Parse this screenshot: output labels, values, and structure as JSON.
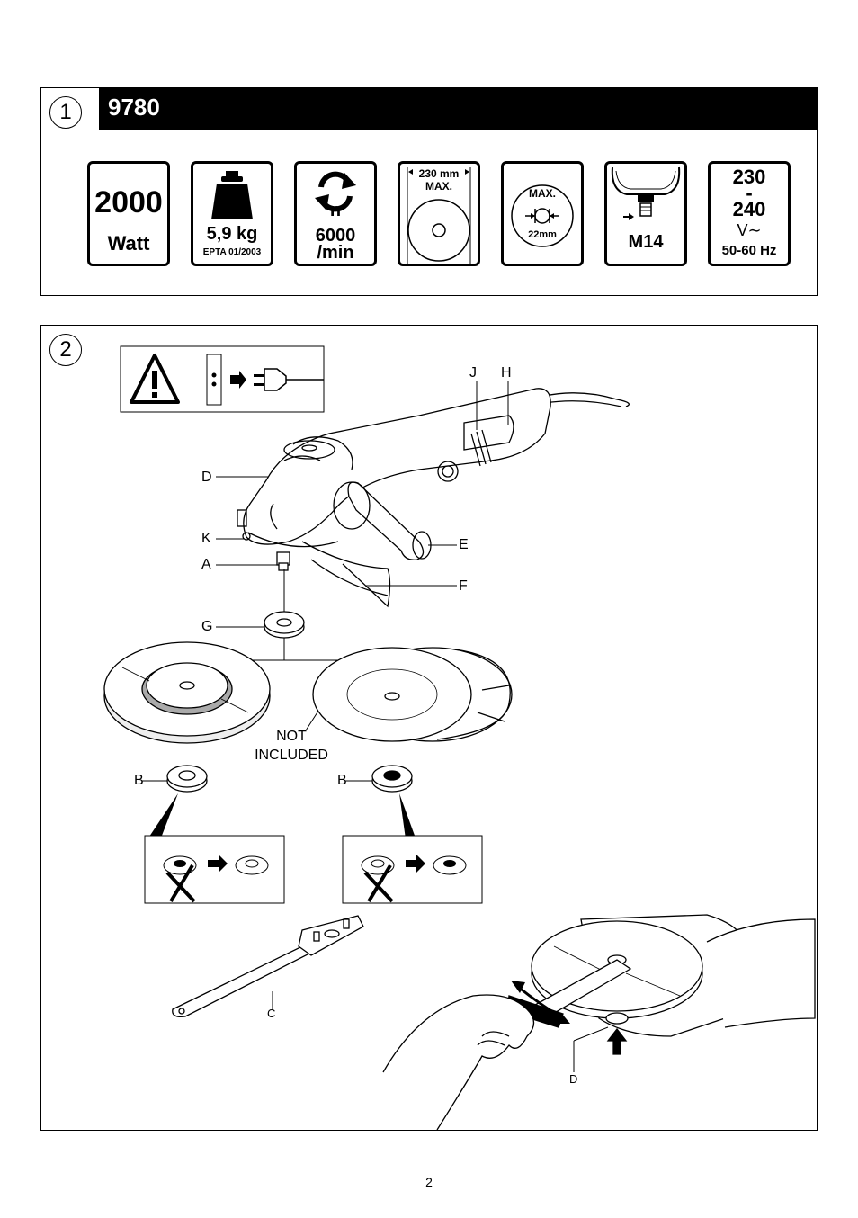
{
  "panel1": {
    "step": "1",
    "model": "9780",
    "specs": {
      "power_value": "2000",
      "power_unit": "Watt",
      "weight_value": "5,9 kg",
      "weight_note": "EPTA 01/2003",
      "speed_symbol": "n",
      "speed_value": "6000",
      "speed_unit": "/min",
      "disc_size": "230 mm",
      "disc_max": "MAX.",
      "bore_max": "MAX.",
      "bore_size": "22mm",
      "thread": "M14",
      "voltage_low": "230",
      "voltage_dash": "-",
      "voltage_high": "240",
      "voltage_symbol": "V∼",
      "frequency": "50-60 Hz"
    }
  },
  "panel2": {
    "step": "2",
    "labels": {
      "J": "J",
      "H": "H",
      "D": "D",
      "K": "K",
      "A": "A",
      "E": "E",
      "F": "F",
      "G": "G",
      "B1": "B",
      "B2": "B",
      "C": "C",
      "D2": "D",
      "not_included_1": "NOT",
      "not_included_2": "INCLUDED"
    }
  },
  "page_number": "2"
}
